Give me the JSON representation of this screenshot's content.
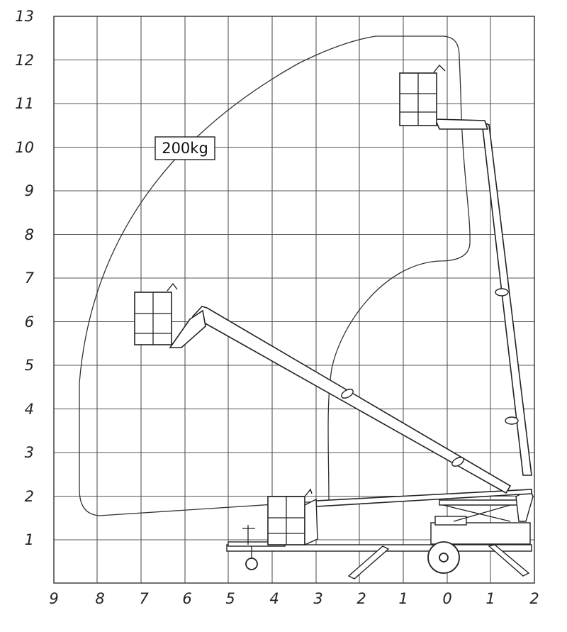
{
  "diagram": {
    "x_axis": {
      "tick_labels": [
        "9",
        "8",
        "7",
        "6",
        "5",
        "4",
        "3",
        "2",
        "1",
        "0",
        "1",
        "2"
      ]
    },
    "y_axis": {
      "tick_labels": [
        "1",
        "2",
        "3",
        "4",
        "5",
        "6",
        "7",
        "8",
        "9",
        "10",
        "11",
        "12",
        "13"
      ]
    },
    "load_label": "200kg"
  }
}
